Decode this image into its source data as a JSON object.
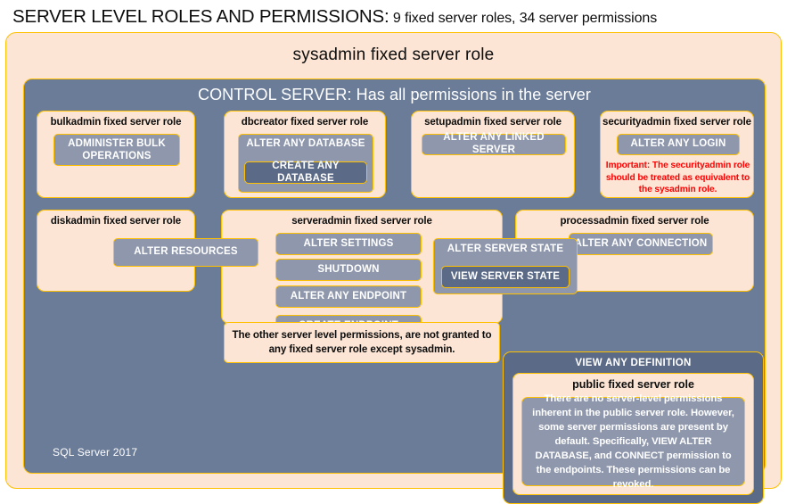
{
  "title": {
    "strong": "SERVER LEVEL ROLES AND PERMISSIONS:",
    "rest": " 9 fixed server roles, 34 server permissions"
  },
  "colors": {
    "page_bg": "#ffffff",
    "peach": "#fce5d5",
    "gold_border": "#ffc000",
    "slate": "#6b7c99",
    "chip": "#8e97ac",
    "chip_dark": "#5b6a86",
    "alert_red": "#ff0000",
    "text_dark": "#0d0d0d",
    "text_light": "#ffffff"
  },
  "sysadmin": {
    "label": "sysadmin  fixed  server  role"
  },
  "control_server": {
    "label": "CONTROL SERVER: Has all permissions in the server"
  },
  "roles": {
    "bulkadmin": {
      "title": "bulkadmin  fixed server role",
      "permissions": [
        "ADMINISTER  BULK OPERATIONS"
      ]
    },
    "dbcreator": {
      "title": "dbcreator fixed server role",
      "permissions": [
        "ALTER ANY DATABASE",
        "CREATE  ANY DATABASE"
      ]
    },
    "setupadmin": {
      "title": "setupadmin fixed server role",
      "permissions": [
        "ALTER ANY LINKED SERVER"
      ]
    },
    "securityadmin": {
      "title": "securityadmin  fixed server role",
      "permissions": [
        "ALTER ANY LOGIN"
      ],
      "note": "Important:  The securityadmin role should  be treated as equivalent to the sysadmin role."
    },
    "diskadmin": {
      "title": "diskadmin  fixed server role",
      "permissions": [
        "ALTER RESOURCES"
      ]
    },
    "serveradmin": {
      "title": "serveradmin fixed server role",
      "permissions": [
        "ALTER SETTINGS",
        "SHUTDOWN",
        "ALTER ANY ENDPOINT",
        "CREATE  ENDPOINT",
        "ALTER SERVER  STATE",
        "VIEW SERVER  STATE"
      ]
    },
    "processadmin": {
      "title": "processadmin fixed server role",
      "permissions": [
        "ALTER ANY CONNECTION"
      ]
    },
    "public": {
      "view_any_definition": "VIEW ANY DEFINITION",
      "title": "public  fixed server role",
      "body": "There are no server-level permissions inherent in the public server role. However, some server permissions are present by default. Specifically, VIEW ALTER DATABASE, and CONNECT permission to the endpoints. These permissions can be revoked."
    }
  },
  "notes": {
    "other_permissions": "The other server level permissions,  are not granted to any fixed server role except sysadmin."
  },
  "footer": {
    "sql_version": "SQL Server 2017"
  }
}
